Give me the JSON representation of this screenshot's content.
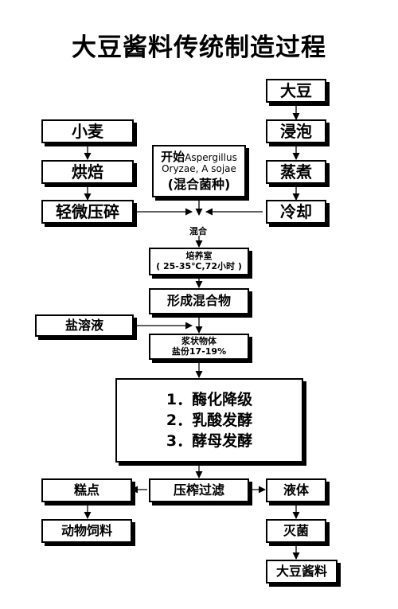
{
  "title": "大豆酱料传统制造过程",
  "boxes": {
    "soybean": "大豆",
    "soak": "浸泡",
    "steam": "蒸煮",
    "cool": "冷却",
    "wheat": "小麦",
    "roast": "烘焙",
    "crush": "轻微压碎",
    "start_line1_cn": "开始",
    "start_line1_en": "Aspergillus",
    "start_line2": "Oryzae, A sojae",
    "start_line3": "(混合菌种)",
    "mix_label": "混合",
    "incubator_line1": "培养室",
    "incubator_line2": "( 25-35℃,72小时 )",
    "mixture": "形成混合物",
    "brine": "盐溶液",
    "mash_line1": "浆状物体",
    "mash_line2": "盐份17-19%",
    "process_1": "1．酶化降级",
    "process_2": "2．乳酸发酵",
    "process_3": "3．酵母发酵",
    "press": "压榨过滤",
    "cake": "糕点",
    "feed": "动物饲料",
    "liquid": "液体",
    "sterilize": "灭菌",
    "sauce": "大豆酱料"
  }
}
